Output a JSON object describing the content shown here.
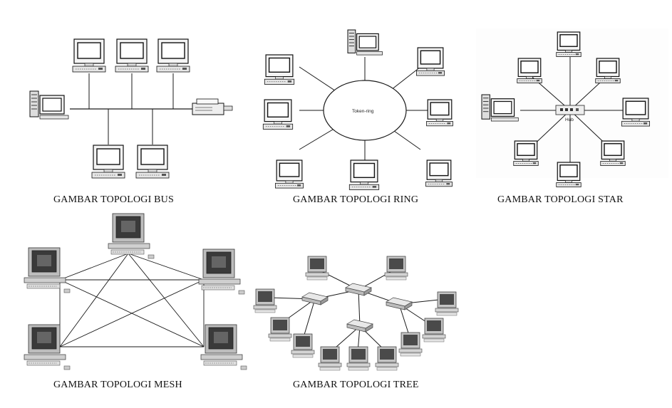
{
  "captions": {
    "bus": "GAMBAR TOPOLOGI BUS",
    "ring": "GAMBAR TOPOLOGI RING",
    "star": "GAMBAR TOPOLOGI STAR",
    "mesh": "GAMBAR TOPOLOGI MESH",
    "tree": "GAMBAR TOPOLOGI TREE"
  },
  "labels": {
    "ring_center": "Token-ring",
    "star_hub": "Hub"
  },
  "icons": {
    "workstation": "computer-icon",
    "tower_pc": "tower-computer-icon",
    "printer": "printer-icon",
    "hub": "hub-icon",
    "switch": "switch-icon"
  },
  "colors": {
    "line": "#1a1a1a",
    "screen": "#ffffff",
    "mesh_screen": "#3a3a3a",
    "device": "#e6e6e6"
  }
}
